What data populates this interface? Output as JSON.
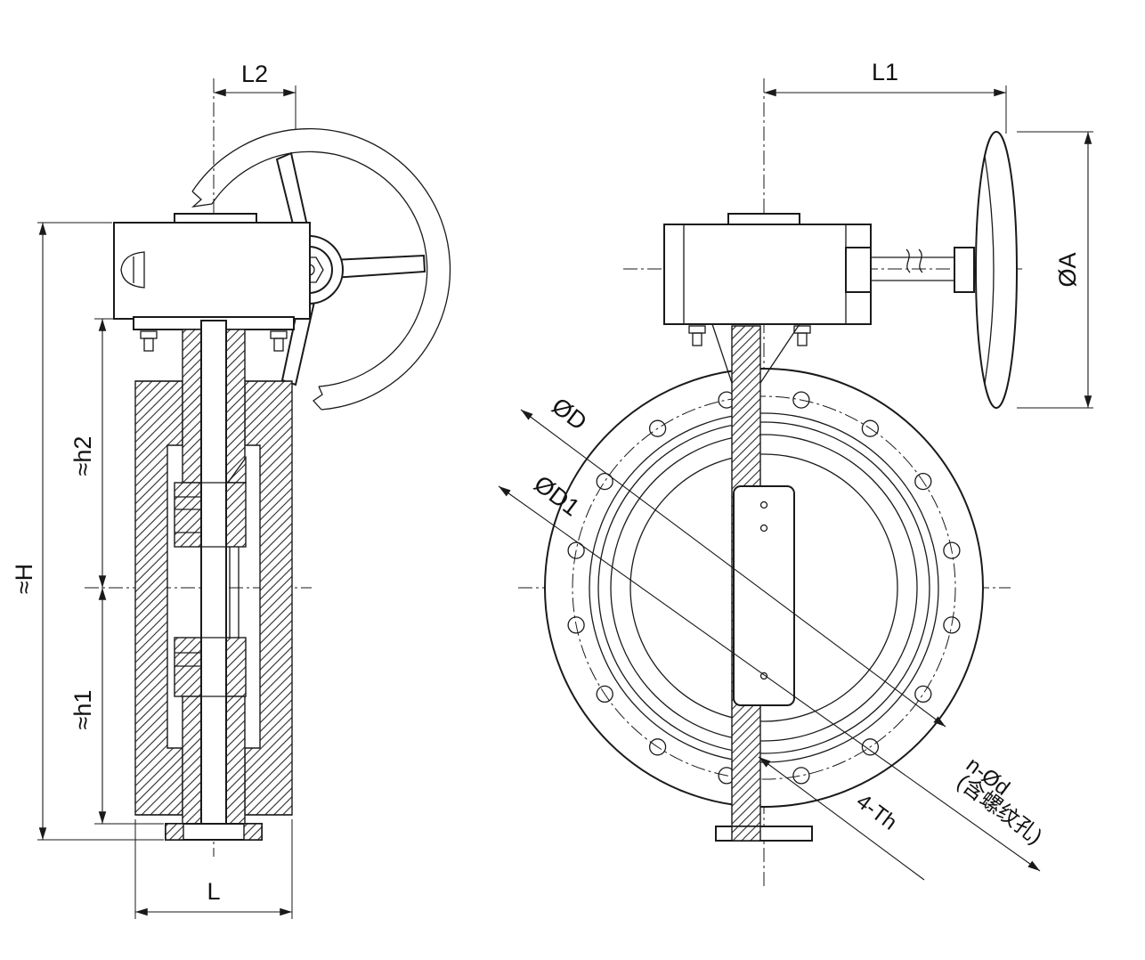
{
  "labels": {
    "l2": "L2",
    "h_total": "≈H",
    "h2": "≈h2",
    "h1": "≈h1",
    "l": "L",
    "l1": "L1",
    "oa": "ØA",
    "od": "ØD",
    "od1": "ØD1",
    "n_od": "n-Ød",
    "n_od_note": "(含螺纹孔)",
    "four_th": "4-Th"
  },
  "colors": {
    "line": "#1a1a1a",
    "background": "#ffffff"
  }
}
